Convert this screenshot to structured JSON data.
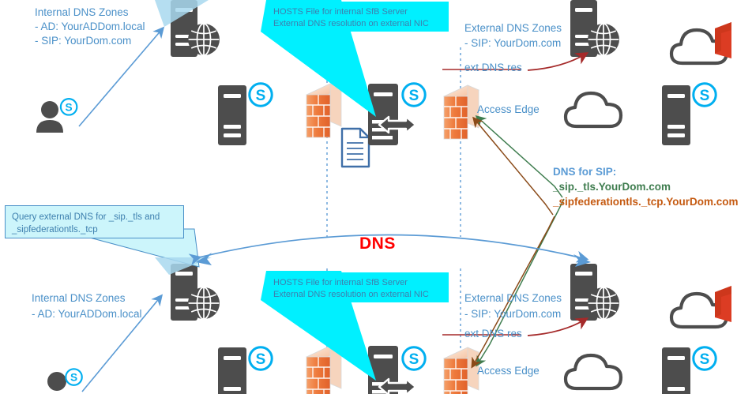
{
  "diagram": {
    "center_label": "DNS",
    "colors": {
      "label_blue": "#4a90c8",
      "callout_cyan": "#00f0ff",
      "callout_pale": "#ccf5fb",
      "dns_red": "#ff0000",
      "arrow_blue": "#5b9bd5",
      "arrow_darkred": "#a52a2a",
      "arrow_green": "#3f7d4f",
      "arrow_orange": "#c55a11",
      "device_gray": "#4d4d4d",
      "firewall_orange": "#ed7d31",
      "skype_blue": "#00aff0",
      "office_red": "#dc3c23"
    },
    "top": {
      "internal_dns_zones": {
        "title": "Internal DNS Zones",
        "line1": "- AD: YourADDom.local",
        "line2": "- SIP: YourDom.com"
      },
      "hosts_callout": {
        "line1": "HOSTS File for internal SfB Server",
        "line2": "External DNS resolution on external NIC"
      },
      "external_dns_zones": {
        "title": "External DNS Zones",
        "line1": "- SIP: YourDom.com"
      },
      "ext_dns_res_label": "ext DNS res",
      "access_edge_label": "Access Edge"
    },
    "bottom": {
      "internal_dns_zones": {
        "title": "Internal DNS Zones",
        "line1": "- AD: YourADDom.local"
      },
      "hosts_callout": {
        "line1": "HOSTS File for internal SfB Server",
        "line2": "External DNS resolution on external NIC"
      },
      "external_dns_zones": {
        "title": "External DNS Zones",
        "line1": "- SIP: YourDom.com"
      },
      "ext_dns_res_label": "ext DNS res",
      "access_edge_label": "Access Edge"
    },
    "query_callout": {
      "line1": "Query external DNS for _sip._tls and",
      "line2": "_sipfederationtls._tcp"
    },
    "dns_for_sip": {
      "title": "DNS for SIP:",
      "record1": "_sip._tls.YourDom.com",
      "record2": "_sipfederationtls._tcp.YourDom.com"
    },
    "icons": {
      "dns_server": "dns-server-globe-icon",
      "server": "server-icon",
      "skype": "skype-logo-icon",
      "firewall": "firewall-brick-icon",
      "sfb_server": "sfb-server-arrows-icon",
      "document": "hosts-file-document-icon",
      "user": "user-person-icon",
      "cloud": "cloud-icon",
      "office365_cloud": "office365-cloud-icon"
    }
  }
}
